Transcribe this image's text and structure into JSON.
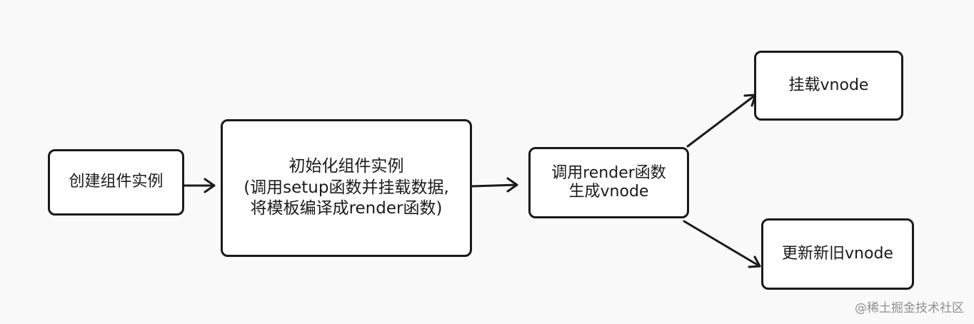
{
  "nodes": {
    "create_instance": {
      "label": "创建组件实例"
    },
    "init_instance": {
      "lines": [
        "初始化组件实例",
        "(调用setup函数并挂载数据,",
        "将模板编译成render函数)"
      ]
    },
    "call_render": {
      "lines": [
        "调用render函数",
        "生成vnode"
      ]
    },
    "mount_vnode": {
      "label": "挂载vnode"
    },
    "update_vnode": {
      "label": "更新新旧vnode"
    }
  },
  "watermark": "@稀土掘金技术社区",
  "colors": {
    "background": "#f9f9f9",
    "stroke": "#1a1a1a",
    "node_fill": "#ffffff",
    "watermark": "#8f8f8f"
  }
}
